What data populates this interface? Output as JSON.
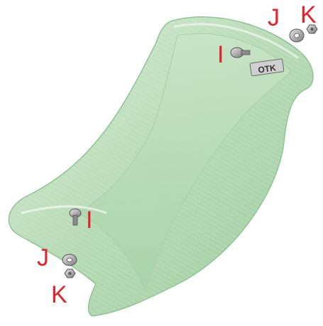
{
  "diagram": {
    "brand_logo_text": "OTK",
    "callout_color": "#e0242b",
    "seat_color": "#b9dcb8",
    "seat_edge_color": "#8fc293",
    "callouts": {
      "bolt_top": "I",
      "washer_top": "J",
      "nut_top": "K",
      "bolt_bottom": "I",
      "washer_bottom": "J",
      "nut_bottom": "K"
    }
  }
}
